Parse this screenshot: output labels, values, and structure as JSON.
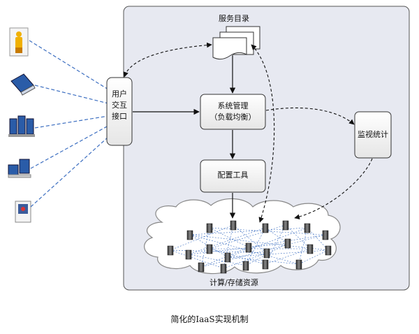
{
  "labels": {
    "service_catalog": "服务目录",
    "user_interface": [
      "用户",
      "交互",
      "接口"
    ],
    "system_management": "系统管理",
    "load_balancing": "（负载均衡）",
    "monitoring": "监视统计",
    "config_tool": "配置工具",
    "compute_storage": "计算/存储资源"
  },
  "caption": "简化的IaaS实现机制",
  "icons": [
    "user-icon",
    "laptop-icon",
    "server-rack-icon",
    "workstation-icon",
    "mobile-device-icon"
  ]
}
